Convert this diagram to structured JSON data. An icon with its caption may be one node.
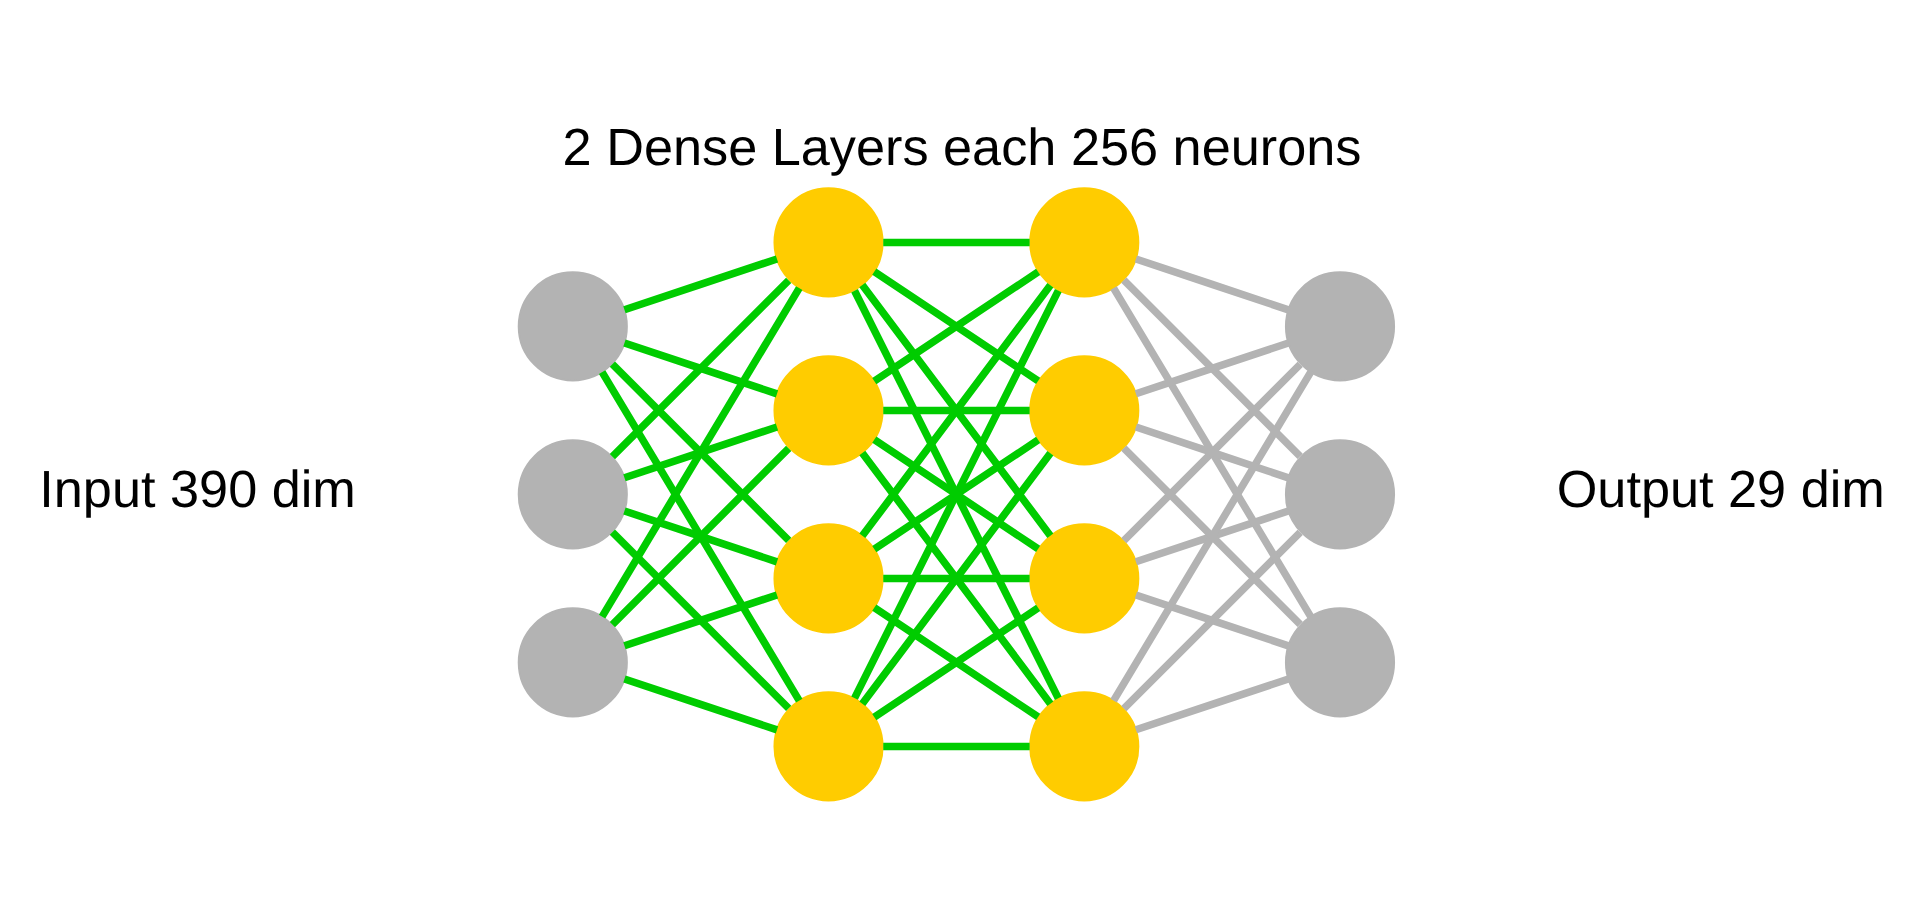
{
  "diagram": {
    "title": "2 Dense Layers each 256 neurons",
    "nodes": [
      {
        "text": [],
        "shape": "circle"
      },
      {
        "text": [],
        "shape": "circle"
      },
      {
        "text": [],
        "shape": "circle"
      },
      {
        "text": [],
        "shape": "circle"
      },
      {
        "text": [],
        "shape": "circle"
      },
      {
        "text": [],
        "shape": "circle"
      },
      {
        "text": [],
        "shape": "circle"
      },
      {
        "text": [],
        "shape": "circle"
      },
      {
        "text": [],
        "shape": "circle"
      },
      {
        "text": [],
        "shape": "circle"
      },
      {
        "text": [],
        "shape": "circle"
      },
      {
        "text": [],
        "shape": "circle"
      },
      {
        "text": [],
        "shape": "circle"
      },
      {
        "text": [],
        "shape": "circle"
      }
    ],
    "edges": [
      {
        "from": 0,
        "to": 3,
        "arrow": "none"
      },
      {
        "from": 0,
        "to": 4,
        "arrow": "none"
      },
      {
        "from": 0,
        "to": 5,
        "arrow": "none"
      },
      {
        "from": 0,
        "to": 6,
        "arrow": "none"
      },
      {
        "from": 1,
        "to": 3,
        "arrow": "none"
      },
      {
        "from": 1,
        "to": 4,
        "arrow": "none"
      },
      {
        "from": 1,
        "to": 5,
        "arrow": "none"
      },
      {
        "from": 1,
        "to": 6,
        "arrow": "none"
      },
      {
        "from": 2,
        "to": 3,
        "arrow": "none"
      },
      {
        "from": 2,
        "to": 4,
        "arrow": "none"
      },
      {
        "from": 2,
        "to": 5,
        "arrow": "none"
      },
      {
        "from": 2,
        "to": 6,
        "arrow": "none"
      },
      {
        "from": 3,
        "to": 7,
        "arrow": "none"
      },
      {
        "from": 3,
        "to": 8,
        "arrow": "none"
      },
      {
        "from": 3,
        "to": 9,
        "arrow": "none"
      },
      {
        "from": 3,
        "to": 10,
        "arrow": "none"
      },
      {
        "from": 4,
        "to": 7,
        "arrow": "none"
      },
      {
        "from": 4,
        "to": 8,
        "arrow": "none"
      },
      {
        "from": 4,
        "to": 9,
        "arrow": "none"
      },
      {
        "from": 4,
        "to": 10,
        "arrow": "none"
      },
      {
        "from": 5,
        "to": 7,
        "arrow": "none"
      },
      {
        "from": 5,
        "to": 8,
        "arrow": "none"
      },
      {
        "from": 5,
        "to": 9,
        "arrow": "none"
      },
      {
        "from": 5,
        "to": 10,
        "arrow": "none"
      },
      {
        "from": 6,
        "to": 7,
        "arrow": "none"
      },
      {
        "from": 6,
        "to": 8,
        "arrow": "none"
      },
      {
        "from": 6,
        "to": 9,
        "arrow": "none"
      },
      {
        "from": 6,
        "to": 10,
        "arrow": "none"
      },
      {
        "from": 7,
        "to": 11,
        "arrow": "none",
        "color": "#b3b3b3"
      },
      {
        "from": 7,
        "to": 12,
        "arrow": "none",
        "color": "#b3b3b3"
      },
      {
        "from": 7,
        "to": 13,
        "arrow": "none",
        "color": "#b3b3b3"
      },
      {
        "from": 8,
        "to": 11,
        "arrow": "none",
        "color": "#b3b3b3"
      },
      {
        "from": 8,
        "to": 12,
        "arrow": "none",
        "color": "#b3b3b3"
      },
      {
        "from": 8,
        "to": 13,
        "arrow": "none",
        "color": "#b3b3b3"
      },
      {
        "from": 9,
        "to": 11,
        "arrow": "none",
        "color": "#b3b3b3"
      },
      {
        "from": 9,
        "to": 12,
        "arrow": "none",
        "color": "#b3b3b3"
      },
      {
        "from": 9,
        "to": 13,
        "arrow": "none",
        "color": "#b3b3b3"
      },
      {
        "from": 10,
        "to": 11,
        "arrow": "none",
        "color": "#b3b3b3"
      },
      {
        "from": 10,
        "to": 12,
        "arrow": "none",
        "color": "#b3b3b3"
      },
      {
        "from": 10,
        "to": 13,
        "arrow": "none",
        "color": "#b3b3b3"
      }
    ],
    "labels": [
      "Input 390 dim",
      "Output 29 dim"
    ]
  }
}
